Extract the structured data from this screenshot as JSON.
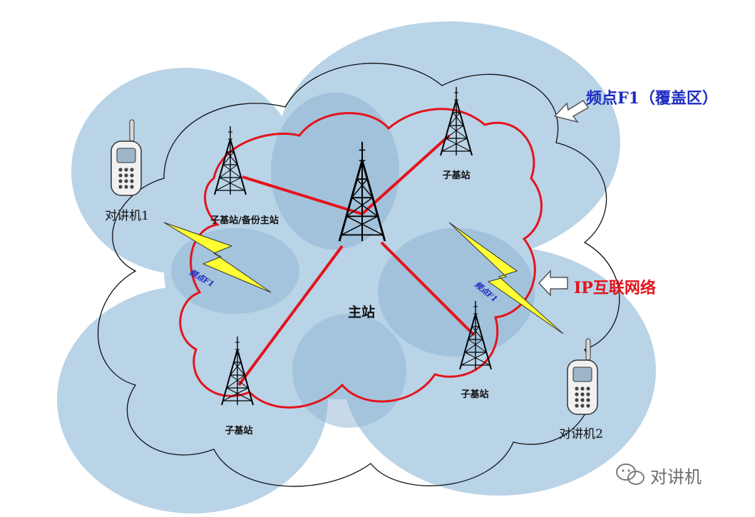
{
  "labels": {
    "master_station": "主站",
    "sub_station_backup": "子基站/备份主站",
    "sub_station_top_right": "子基站",
    "sub_station_bottom_left": "子基站",
    "sub_station_bottom_right": "子基站",
    "radio_1": "对讲机1",
    "radio_2": "对讲机2",
    "coverage": "频点F1（覆盖区）",
    "ip_network": "IP互联网络",
    "link_tag_left": "频点F1",
    "link_tag_right": "频点F1",
    "watermark": "对讲机"
  },
  "icons": {
    "tower": "radio-tower-icon",
    "radio": "walkie-talkie-icon",
    "lightning": "lightning-bolt-icon",
    "arrow": "pointer-arrow-icon",
    "wechat": "wechat-icon"
  },
  "colors": {
    "coverage_fill": "#b9d3e7",
    "ip_network_line": "#e4131b",
    "coverage_text": "#1d2bc2",
    "lightning": "#ffff33"
  }
}
